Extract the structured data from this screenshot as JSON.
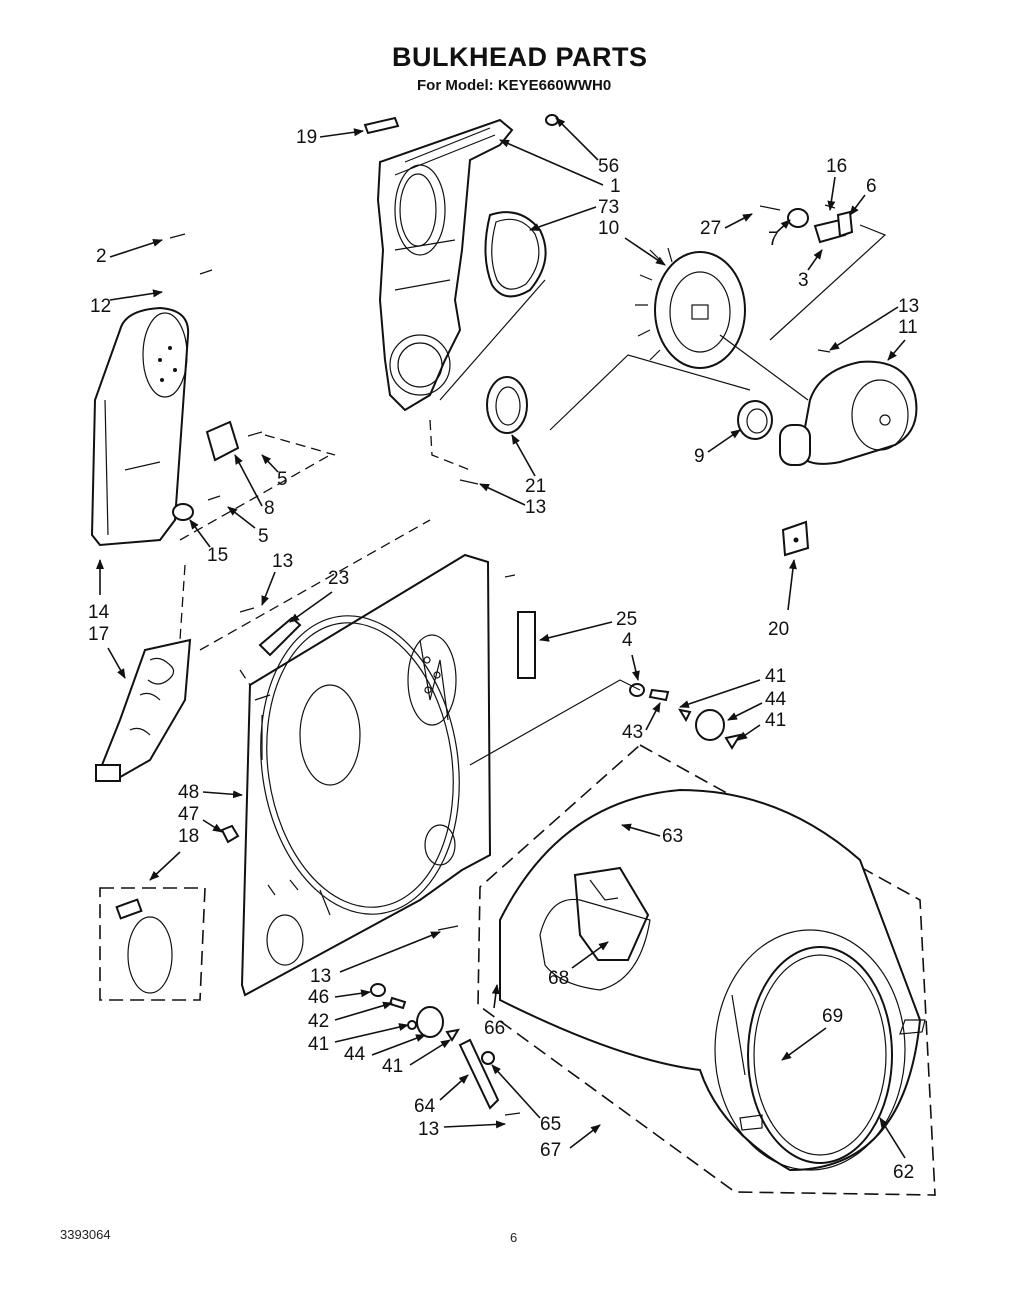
{
  "title": "BULKHEAD PARTS",
  "subtitle": "For Model: KEYE660WWH0",
  "footer": {
    "doc_number": "3393064",
    "page_number": "6"
  },
  "callouts": [
    {
      "id": "c19",
      "label": "19"
    },
    {
      "id": "c56",
      "label": "56"
    },
    {
      "id": "c1",
      "label": "1"
    },
    {
      "id": "c73",
      "label": "73"
    },
    {
      "id": "c10",
      "label": "10"
    },
    {
      "id": "c16",
      "label": "16"
    },
    {
      "id": "c6",
      "label": "6"
    },
    {
      "id": "c27",
      "label": "27"
    },
    {
      "id": "c7",
      "label": "7"
    },
    {
      "id": "c3",
      "label": "3"
    },
    {
      "id": "c13a",
      "label": "13"
    },
    {
      "id": "c11",
      "label": "11"
    },
    {
      "id": "c2",
      "label": "2"
    },
    {
      "id": "c12",
      "label": "12"
    },
    {
      "id": "c5a",
      "label": "5"
    },
    {
      "id": "c8",
      "label": "8"
    },
    {
      "id": "c5b",
      "label": "5"
    },
    {
      "id": "c15",
      "label": "15"
    },
    {
      "id": "c9",
      "label": "9"
    },
    {
      "id": "c21",
      "label": "21"
    },
    {
      "id": "c13b",
      "label": "13"
    },
    {
      "id": "c20",
      "label": "20"
    },
    {
      "id": "c13c",
      "label": "13"
    },
    {
      "id": "c23",
      "label": "23"
    },
    {
      "id": "c14",
      "label": "14"
    },
    {
      "id": "c17",
      "label": "17"
    },
    {
      "id": "c25",
      "label": "25"
    },
    {
      "id": "c4",
      "label": "4"
    },
    {
      "id": "c41a",
      "label": "41"
    },
    {
      "id": "c44a",
      "label": "44"
    },
    {
      "id": "c41b",
      "label": "41"
    },
    {
      "id": "c43",
      "label": "43"
    },
    {
      "id": "c48",
      "label": "48"
    },
    {
      "id": "c47",
      "label": "47"
    },
    {
      "id": "c18",
      "label": "18"
    },
    {
      "id": "c63",
      "label": "63"
    },
    {
      "id": "c13d",
      "label": "13"
    },
    {
      "id": "c46",
      "label": "46"
    },
    {
      "id": "c42",
      "label": "42"
    },
    {
      "id": "c41c",
      "label": "41"
    },
    {
      "id": "c44b",
      "label": "44"
    },
    {
      "id": "c41d",
      "label": "41"
    },
    {
      "id": "c68",
      "label": "68"
    },
    {
      "id": "c66",
      "label": "66"
    },
    {
      "id": "c69",
      "label": "69"
    },
    {
      "id": "c64",
      "label": "64"
    },
    {
      "id": "c65",
      "label": "65"
    },
    {
      "id": "c13e",
      "label": "13"
    },
    {
      "id": "c67",
      "label": "67"
    },
    {
      "id": "c62",
      "label": "62"
    }
  ]
}
